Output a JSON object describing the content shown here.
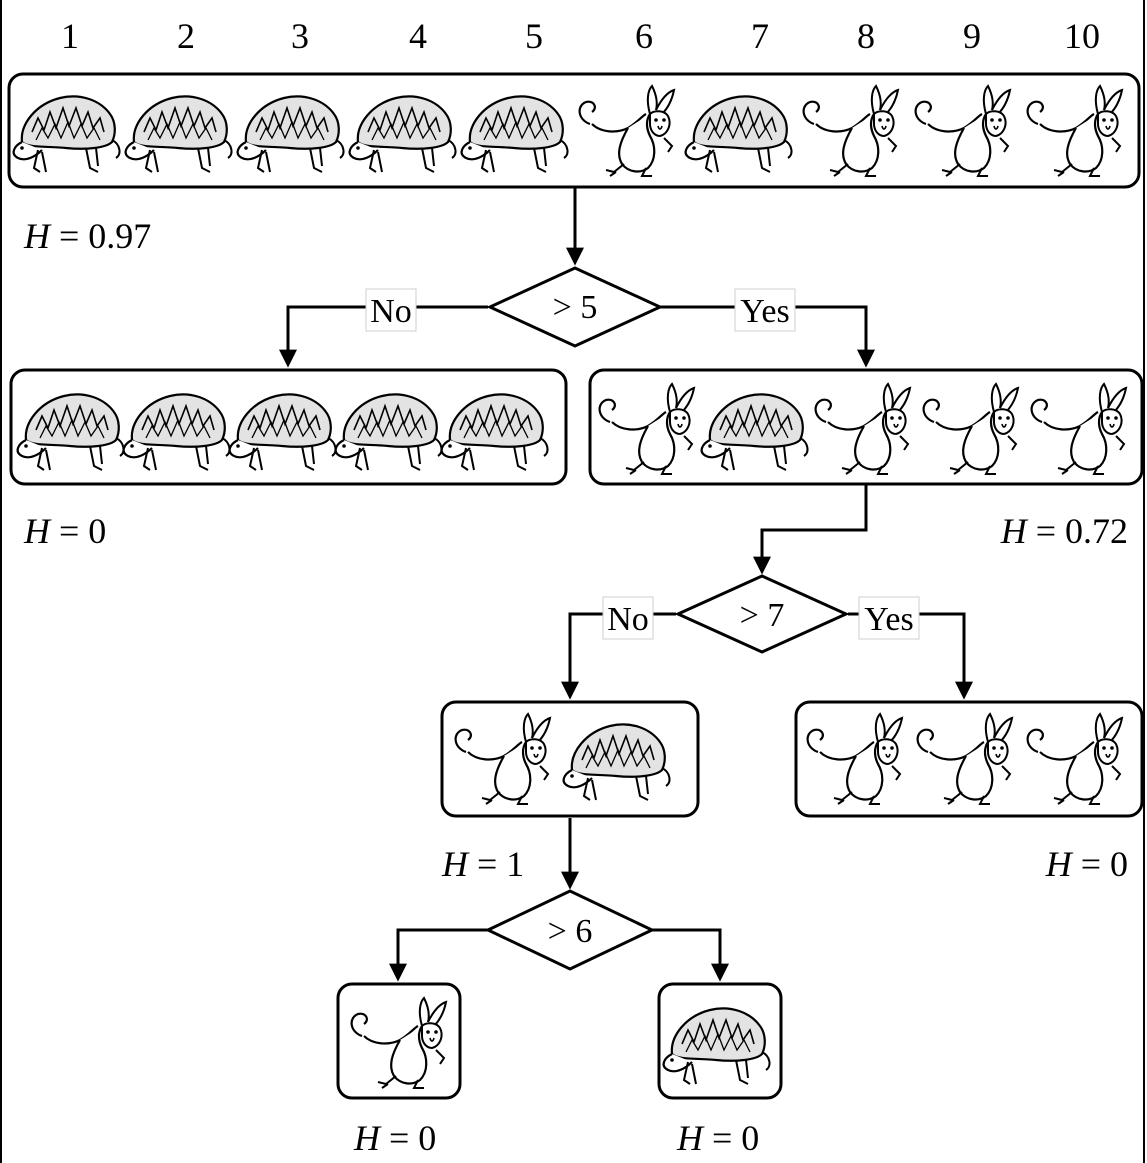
{
  "column_numbers": [
    "1",
    "2",
    "3",
    "4",
    "5",
    "6",
    "7",
    "8",
    "9",
    "10"
  ],
  "root": {
    "sequence": [
      "hedgehog",
      "hedgehog",
      "hedgehog",
      "hedgehog",
      "hedgehog",
      "kangaroo",
      "hedgehog",
      "kangaroo",
      "kangaroo",
      "kangaroo"
    ],
    "entropy_symbol": "H",
    "entropy_value": "= 0.97"
  },
  "split1": {
    "condition": "> 5",
    "no_label": "No",
    "yes_label": "Yes",
    "left": {
      "sequence": [
        "hedgehog",
        "hedgehog",
        "hedgehog",
        "hedgehog",
        "hedgehog"
      ],
      "entropy_value": "= 0"
    },
    "right": {
      "sequence": [
        "kangaroo",
        "hedgehog",
        "kangaroo",
        "kangaroo",
        "kangaroo"
      ],
      "entropy_value": "= 0.72"
    }
  },
  "split2": {
    "condition": "> 7",
    "no_label": "No",
    "yes_label": "Yes",
    "left": {
      "sequence": [
        "kangaroo",
        "hedgehog"
      ],
      "entropy_value": "= 1"
    },
    "right": {
      "sequence": [
        "kangaroo",
        "kangaroo",
        "kangaroo"
      ],
      "entropy_value": "= 0"
    }
  },
  "split3": {
    "condition": "> 6",
    "left": {
      "sequence": [
        "kangaroo"
      ],
      "entropy_value": "= 0"
    },
    "right": {
      "sequence": [
        "hedgehog"
      ],
      "entropy_value": "= 0"
    }
  },
  "colors": {
    "stroke": "#000000",
    "background": "#ffffff",
    "label_border": "#cfcfcf"
  }
}
